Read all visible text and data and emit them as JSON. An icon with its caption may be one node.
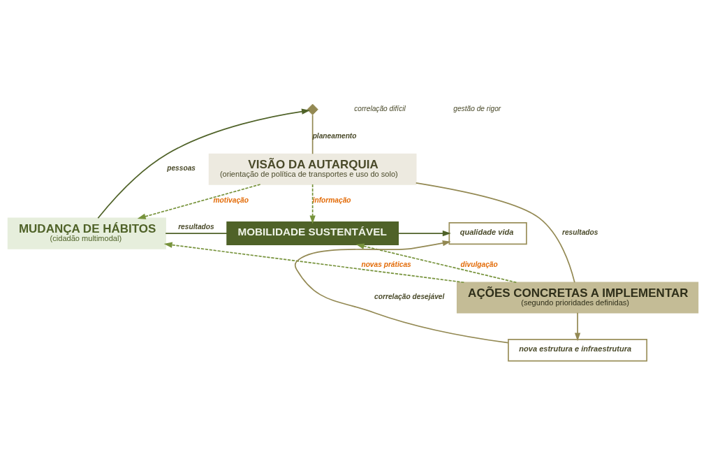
{
  "diagram": {
    "nodes": [
      {
        "text": [
          "VISÃO DA AUTARQUIA",
          "(orientação de política de transportes e uso do solo)"
        ]
      },
      {
        "text": [
          "MUDANÇA DE HÁBITOS",
          "(cidadão multimodal)"
        ]
      },
      {
        "text": [
          "MOBILIDADE SUSTENTÁVEL"
        ]
      },
      {
        "text": [
          "qualidade vida"
        ]
      },
      {
        "text": [
          "AÇÕES CONCRETAS A IMPLEMENTAR",
          "(segundo prioridades definidas)"
        ]
      },
      {
        "text": [
          "nova estrutura e infraestrutura"
        ]
      },
      {
        "text": [],
        "shape": "diamond"
      }
    ],
    "edges": [
      {
        "from": 6,
        "to": 0,
        "arrow": "none",
        "label": "planeamento",
        "color": "#938953"
      },
      {
        "from": 0,
        "to": 2,
        "arrow": "to",
        "label": "informação",
        "style": "dashed",
        "color": "#77933c"
      },
      {
        "from": 0,
        "to": 1,
        "arrow": "to",
        "label": "motivação",
        "style": "dashed",
        "color": "#77933c"
      },
      {
        "from": 1,
        "to": 2,
        "arrow": "none",
        "label": "resultados",
        "color": "#4f6228"
      },
      {
        "from": 2,
        "to": 3,
        "arrow": "to",
        "color": "#4f6228"
      },
      {
        "from": 1,
        "to": 6,
        "arrow": "to",
        "label": "pessoas",
        "color": "#4f6228"
      },
      {
        "from": 0,
        "to": 4,
        "arrow": "none",
        "label": "resultados",
        "color": "#938953"
      },
      {
        "from": 4,
        "to": 2,
        "arrow": "to",
        "label": "divulgação",
        "style": "dashed",
        "color": "#77933c"
      },
      {
        "from": 4,
        "to": 1,
        "arrow": "to",
        "label": "novas práticas",
        "style": "dashed",
        "color": "#77933c"
      },
      {
        "from": 4,
        "to": 5,
        "arrow": "to",
        "color": "#938953"
      },
      {
        "from": 5,
        "to": 3,
        "arrow": "to",
        "label": "correlação desejável",
        "color": "#938953"
      }
    ],
    "labels": [
      "correlação difícil",
      "gestão de rigor"
    ]
  }
}
